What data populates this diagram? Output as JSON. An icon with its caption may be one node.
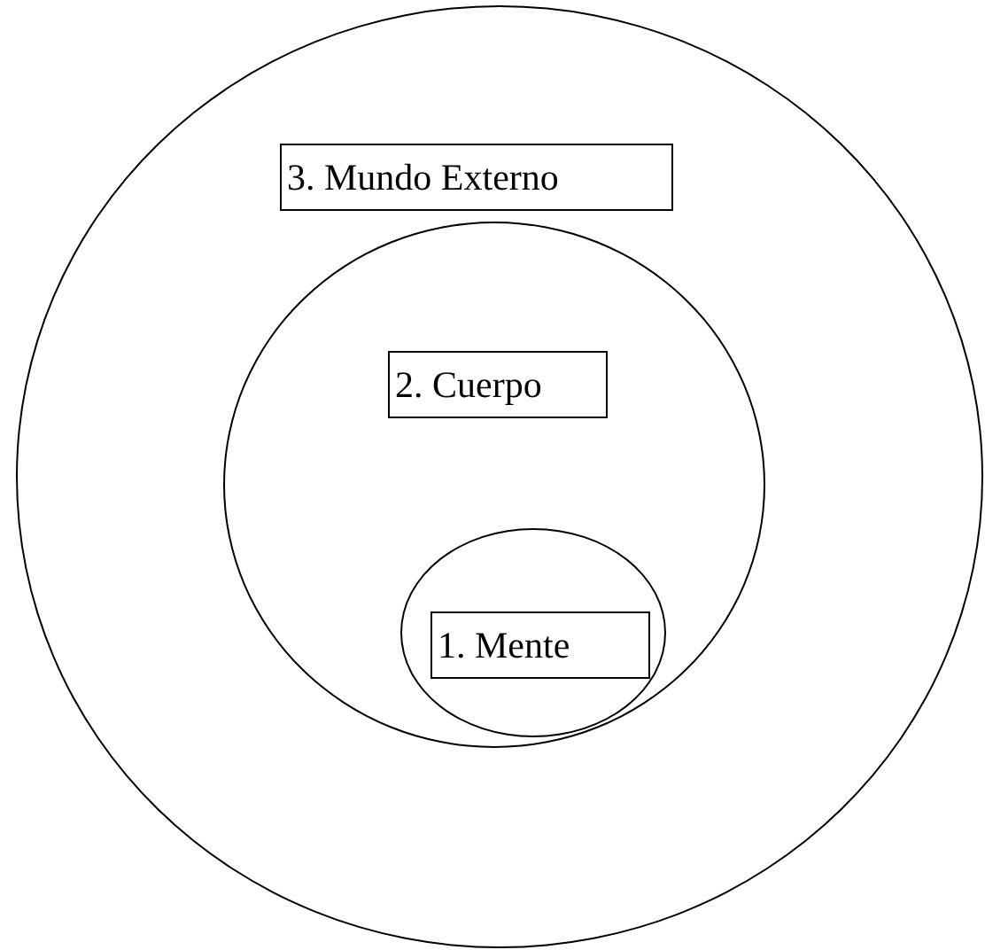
{
  "diagram": {
    "nodes": [
      {
        "text": [
          "3. Mundo Externo"
        ]
      },
      {
        "text": [
          "2. Cuerpo"
        ],
        "in": 0
      },
      {
        "text": [
          "1. Mente"
        ],
        "in": 1
      }
    ]
  }
}
